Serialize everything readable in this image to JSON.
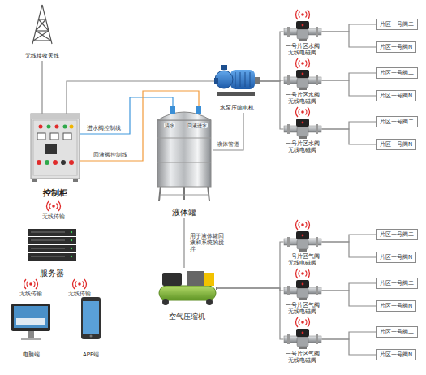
{
  "diagram": {
    "nodes": [
      {
        "text": [
          "无线接收天线"
        ]
      },
      {
        "text": [
          "控制柜"
        ]
      },
      {
        "text": [
          "液体罐"
        ]
      },
      {
        "text": [
          "水泵压缩电机"
        ]
      },
      {
        "text": [
          "空气压缩机"
        ]
      },
      {
        "text": [
          "服务器"
        ]
      },
      {
        "text": [
          "电脑端"
        ]
      },
      {
        "text": [
          "APP端"
        ]
      },
      {
        "text": [
          "一号片区水阀 无线电磁阀"
        ]
      },
      {
        "text": [
          "一号片区水阀 无线电磁阀"
        ]
      },
      {
        "text": [
          "一号片区水阀 无线电磁阀"
        ]
      },
      {
        "text": [
          "一号片区气阀 无线电磁阀"
        ]
      },
      {
        "text": [
          "一号片区气阀 无线电磁阀"
        ]
      },
      {
        "text": [
          "一号片区气阀 无线电磁阀"
        ]
      },
      {
        "text": [
          "片区一号阀二"
        ]
      },
      {
        "text": [
          "片区一号阀N"
        ]
      },
      {
        "text": [
          "片区一号阀二"
        ]
      },
      {
        "text": [
          "片区一号阀N"
        ]
      },
      {
        "text": [
          "片区一号阀二"
        ]
      },
      {
        "text": [
          "片区一号阀N"
        ]
      },
      {
        "text": [
          "片区一号阀二"
        ]
      },
      {
        "text": [
          "片区一号阀N"
        ]
      },
      {
        "text": [
          "片区一号阀二"
        ]
      },
      {
        "text": [
          "片区一号阀N"
        ]
      },
      {
        "text": [
          "片区一号阀二"
        ]
      },
      {
        "text": [
          "片区一号阀N"
        ]
      }
    ],
    "edges": [
      {
        "from": 0,
        "to": 1,
        "arrow": "none"
      },
      {
        "from": 1,
        "to": 3,
        "arrow": "none"
      },
      {
        "from": 1,
        "to": 2,
        "label": "进水阀控制线",
        "arrow": "none"
      },
      {
        "from": 1,
        "to": 2,
        "label": "回液阀控制线",
        "arrow": "none"
      },
      {
        "from": 2,
        "to": 3,
        "label": "液体管道",
        "arrow": "none"
      },
      {
        "from": 2,
        "to": 4,
        "label": "用于液体罐回液和系统的搅拌",
        "arrow": "none"
      },
      {
        "from": 3,
        "to": 8,
        "arrow": "none"
      },
      {
        "from": 3,
        "to": 9,
        "arrow": "none"
      },
      {
        "from": 3,
        "to": 10,
        "arrow": "none"
      },
      {
        "from": 4,
        "to": 11,
        "arrow": "none"
      },
      {
        "from": 4,
        "to": 12,
        "arrow": "none"
      },
      {
        "from": 4,
        "to": 13,
        "arrow": "none"
      },
      {
        "from": 8,
        "to": 14,
        "arrow": "none"
      },
      {
        "from": 8,
        "to": 15,
        "arrow": "none"
      },
      {
        "from": 9,
        "to": 16,
        "arrow": "none"
      },
      {
        "from": 9,
        "to": 17,
        "arrow": "none"
      },
      {
        "from": 10,
        "to": 18,
        "arrow": "none"
      },
      {
        "from": 10,
        "to": 19,
        "arrow": "none"
      },
      {
        "from": 11,
        "to": 20,
        "arrow": "none"
      },
      {
        "from": 11,
        "to": 21,
        "arrow": "none"
      },
      {
        "from": 12,
        "to": 22,
        "arrow": "none"
      },
      {
        "from": 12,
        "to": 23,
        "arrow": "none"
      },
      {
        "from": 13,
        "to": 24,
        "arrow": "none"
      },
      {
        "from": 13,
        "to": 25,
        "arrow": "none"
      }
    ],
    "labels": [
      "清水",
      "回液进水",
      "无线传输",
      "无线传输",
      "无线传输"
    ]
  }
}
